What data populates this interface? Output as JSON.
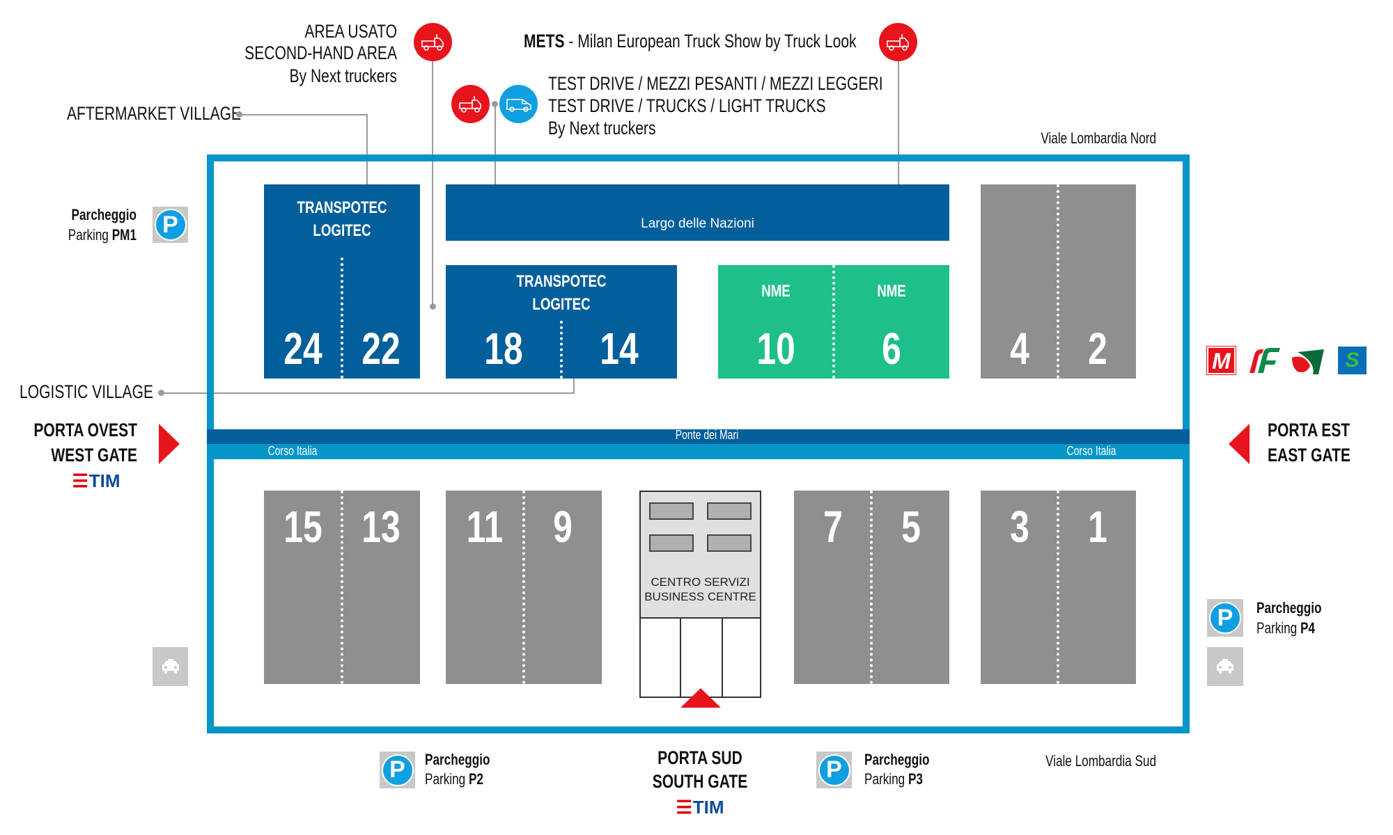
{
  "labels": {
    "area_usato": [
      "AREA USATO",
      "SECOND-HAND AREA",
      "By Next truckers"
    ],
    "mets": "METS",
    "mets_rest": " - Milan European Truck Show by Truck Look",
    "test_drive": [
      "TEST DRIVE / MEZZI PESANTI / MEZZI LEGGERI",
      "TEST DRIVE / TRUCKS / LIGHT TRUCKS",
      "By Next truckers"
    ],
    "aftermarket": "AFTERMARKET VILLAGE",
    "logistic": "LOGISTIC VILLAGE",
    "viale_nord": "Viale Lombardia Nord",
    "viale_sud": "Viale Lombardia Sud",
    "ponte": "Ponte dei Mari",
    "corso_left": "Corso Italia",
    "corso_right": "Corso Italia",
    "largo": "Largo delle Nazioni"
  },
  "halls": {
    "h24_22": {
      "title": [
        "TRANSPOTEC",
        "LOGITEC"
      ],
      "left": "24",
      "right": "22"
    },
    "h18_14": {
      "title": [
        "TRANSPOTEC",
        "LOGITEC"
      ],
      "left": "18",
      "right": "14"
    },
    "h10_6": {
      "left_title": "NME",
      "right_title": "NME",
      "left": "10",
      "right": "6"
    },
    "h4_2": {
      "left": "4",
      "right": "2"
    },
    "h15_13": {
      "left": "15",
      "right": "13"
    },
    "h11_9": {
      "left": "11",
      "right": "9"
    },
    "h7_5": {
      "left": "7",
      "right": "5"
    },
    "h3_1": {
      "left": "3",
      "right": "1"
    }
  },
  "centro": [
    "CENTRO SERVIZI",
    "BUSINESS CENTRE"
  ],
  "gates": {
    "west": [
      "PORTA OVEST",
      "WEST GATE"
    ],
    "east": [
      "PORTA EST",
      "EAST GATE"
    ],
    "south": [
      "PORTA SUD",
      "SOUTH GATE"
    ],
    "sponsor": "TIM"
  },
  "parking": {
    "pm1": {
      "line1": "Parcheggio",
      "line2": "Parking ",
      "code": "PM1"
    },
    "p2": {
      "line1": "Parcheggio",
      "line2": "Parking ",
      "code": "P2"
    },
    "p3": {
      "line1": "Parcheggio",
      "line2": "Parking ",
      "code": "P3"
    },
    "p4": {
      "line1": "Parcheggio",
      "line2": "Parking ",
      "code": "P4"
    },
    "icon_letter": "P"
  },
  "transit": {
    "metro": "M",
    "trenitalia": "FS",
    "trenord": "TN",
    "suburban": "S"
  },
  "colors": {
    "hall_blue": "#035f9b",
    "frame_blue": "#0595c8",
    "nme_green": "#1fbf8b",
    "hall_gray": "#8f8f8f",
    "red": "#e8141b",
    "parking_blue": "#109fe0"
  }
}
